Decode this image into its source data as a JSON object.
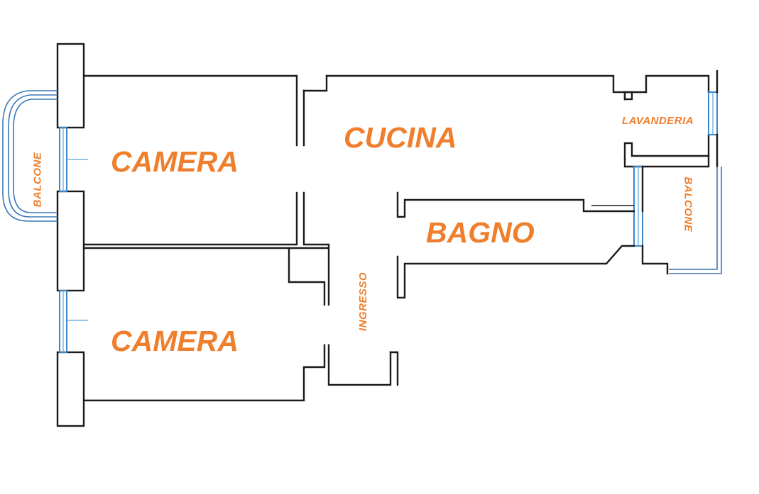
{
  "plan": {
    "accent_color": "#ef7f2c",
    "wall_color": "#1b1b1b",
    "window_color": "#3a86c8",
    "rooms": {
      "camera_top": "CAMERA",
      "camera_bottom": "CAMERA",
      "cucina": "CUCINA",
      "bagno": "BAGNO",
      "lavanderia": "LAVANDERIA",
      "ingresso": "INGRESSO",
      "balcone_left": "BALCONE",
      "balcone_right": "BALCONE"
    }
  }
}
